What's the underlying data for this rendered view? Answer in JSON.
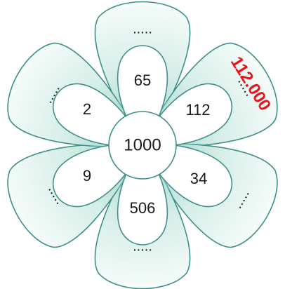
{
  "center": {
    "value": "1000"
  },
  "petals": [
    {
      "inner": "65",
      "outer": "....."
    },
    {
      "inner": "112",
      "outer": "....."
    },
    {
      "inner": "34",
      "outer": "....."
    },
    {
      "inner": "506",
      "outer": "....."
    },
    {
      "inner": "9",
      "outer": "....."
    },
    {
      "inner": "2",
      "outer": "....."
    }
  ],
  "answer": {
    "text": "112.000"
  },
  "colors": {
    "outline": "#3f8f8a",
    "petal_fill": "#d9efe9",
    "answer_text": "#e8141c"
  }
}
